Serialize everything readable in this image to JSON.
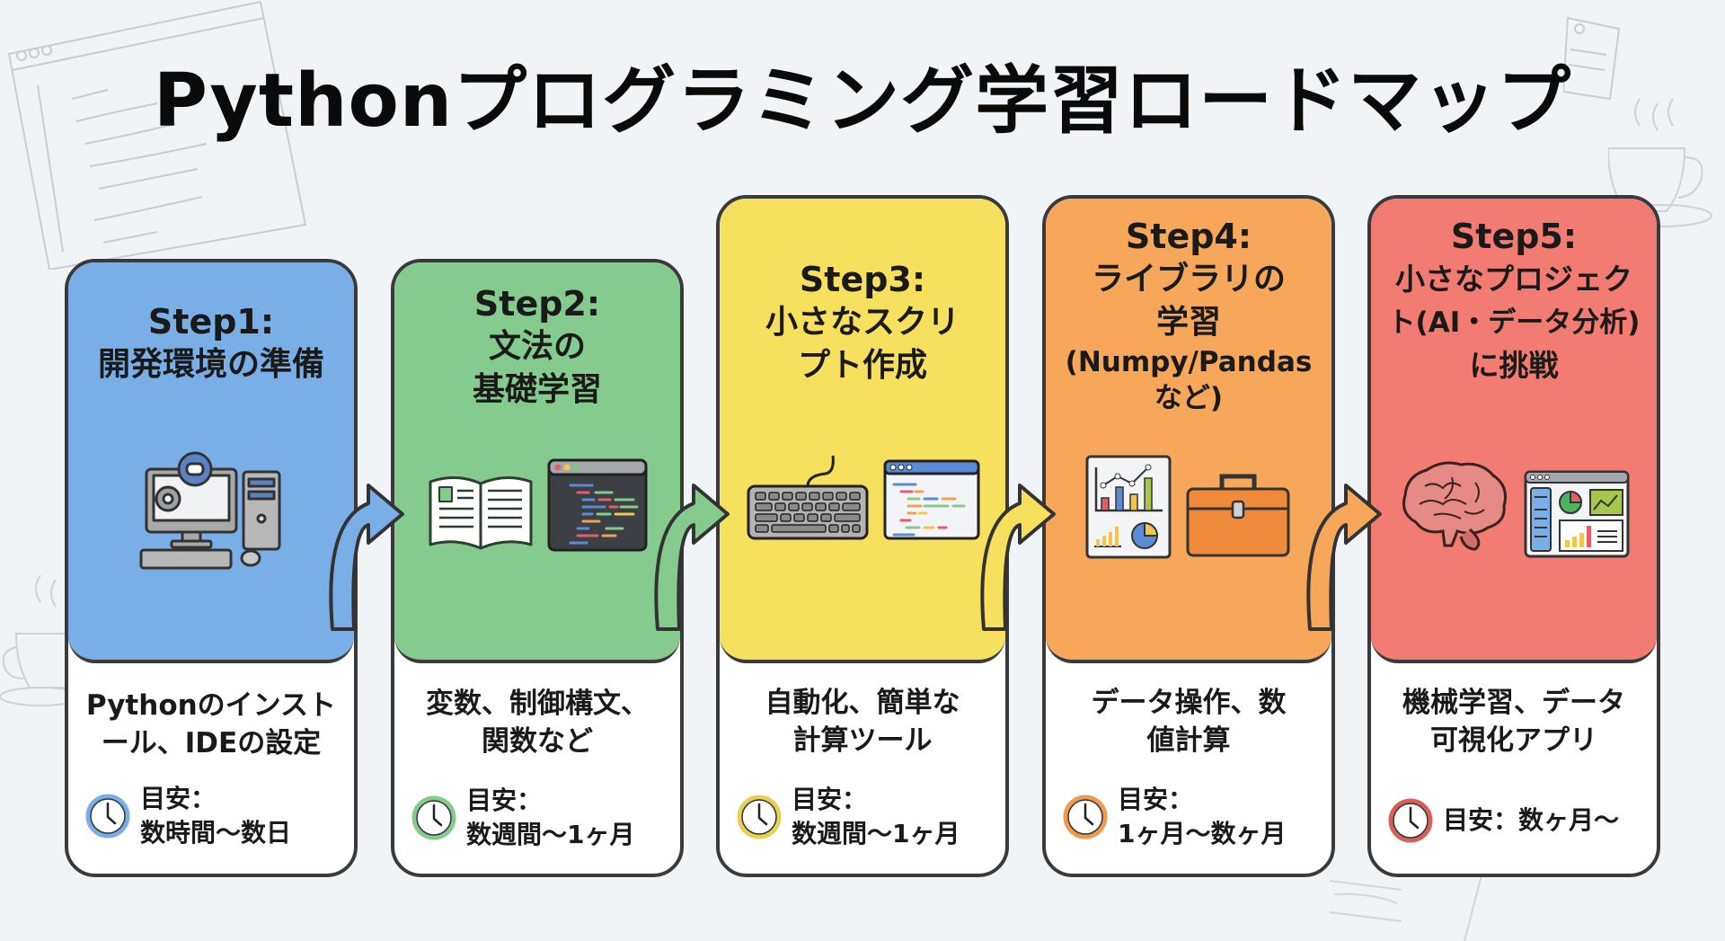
{
  "title": "Pythonプログラミング学習ロードマップ",
  "colors": {
    "step1": "#79aee6",
    "step2": "#86cb8e",
    "step3": "#f6e05e",
    "step4": "#f7a75a",
    "step5": "#f27b72",
    "border": "#3a3a3a",
    "background": "#f1f4f6"
  },
  "steps": [
    {
      "step_label": "Step1:",
      "heading_lines": [
        "開発環境の準備"
      ],
      "illustration": "desktop-computer-gears-icon",
      "description_lines": [
        "Pythonのインスト",
        "ール、IDEの設定"
      ],
      "estimate_lines": [
        "目安：",
        "数時間〜数日"
      ],
      "clock_icon": "clock-icon"
    },
    {
      "step_label": "Step2:",
      "heading_lines": [
        "文法の",
        "基礎学習"
      ],
      "illustration": "open-book-and-code-editor-icon",
      "description_lines": [
        "変数、制御構文、",
        "関数など"
      ],
      "estimate_lines": [
        "目安：",
        "数週間〜1ヶ月"
      ],
      "clock_icon": "clock-icon"
    },
    {
      "step_label": "Step3:",
      "heading_lines": [
        "小さなスクリ",
        "プト作成"
      ],
      "illustration": "keyboard-and-script-window-icon",
      "description_lines": [
        "自動化、簡単な",
        "計算ツール"
      ],
      "estimate_lines": [
        "目安：",
        "数週間〜1ヶ月"
      ],
      "clock_icon": "clock-icon"
    },
    {
      "step_label": "Step4:",
      "heading_lines": [
        "ライブラリの",
        "学習",
        "(Numpy/Pandas",
        "など)"
      ],
      "illustration": "charts-and-toolbox-icon",
      "description_lines": [
        "データ操作、数",
        "値計算"
      ],
      "estimate_lines": [
        "目安：",
        "1ヶ月〜数ヶ月"
      ],
      "clock_icon": "clock-icon"
    },
    {
      "step_label": "Step5:",
      "heading_lines": [
        "小さなプロジェク",
        "ト(AI・データ分析)",
        "に挑戦"
      ],
      "illustration": "brain-and-dashboard-icon",
      "description_lines": [
        "機械学習、データ",
        "可視化アプリ"
      ],
      "estimate_lines": [
        "目安：数ヶ月〜"
      ],
      "clock_icon": "clock-icon"
    }
  ]
}
